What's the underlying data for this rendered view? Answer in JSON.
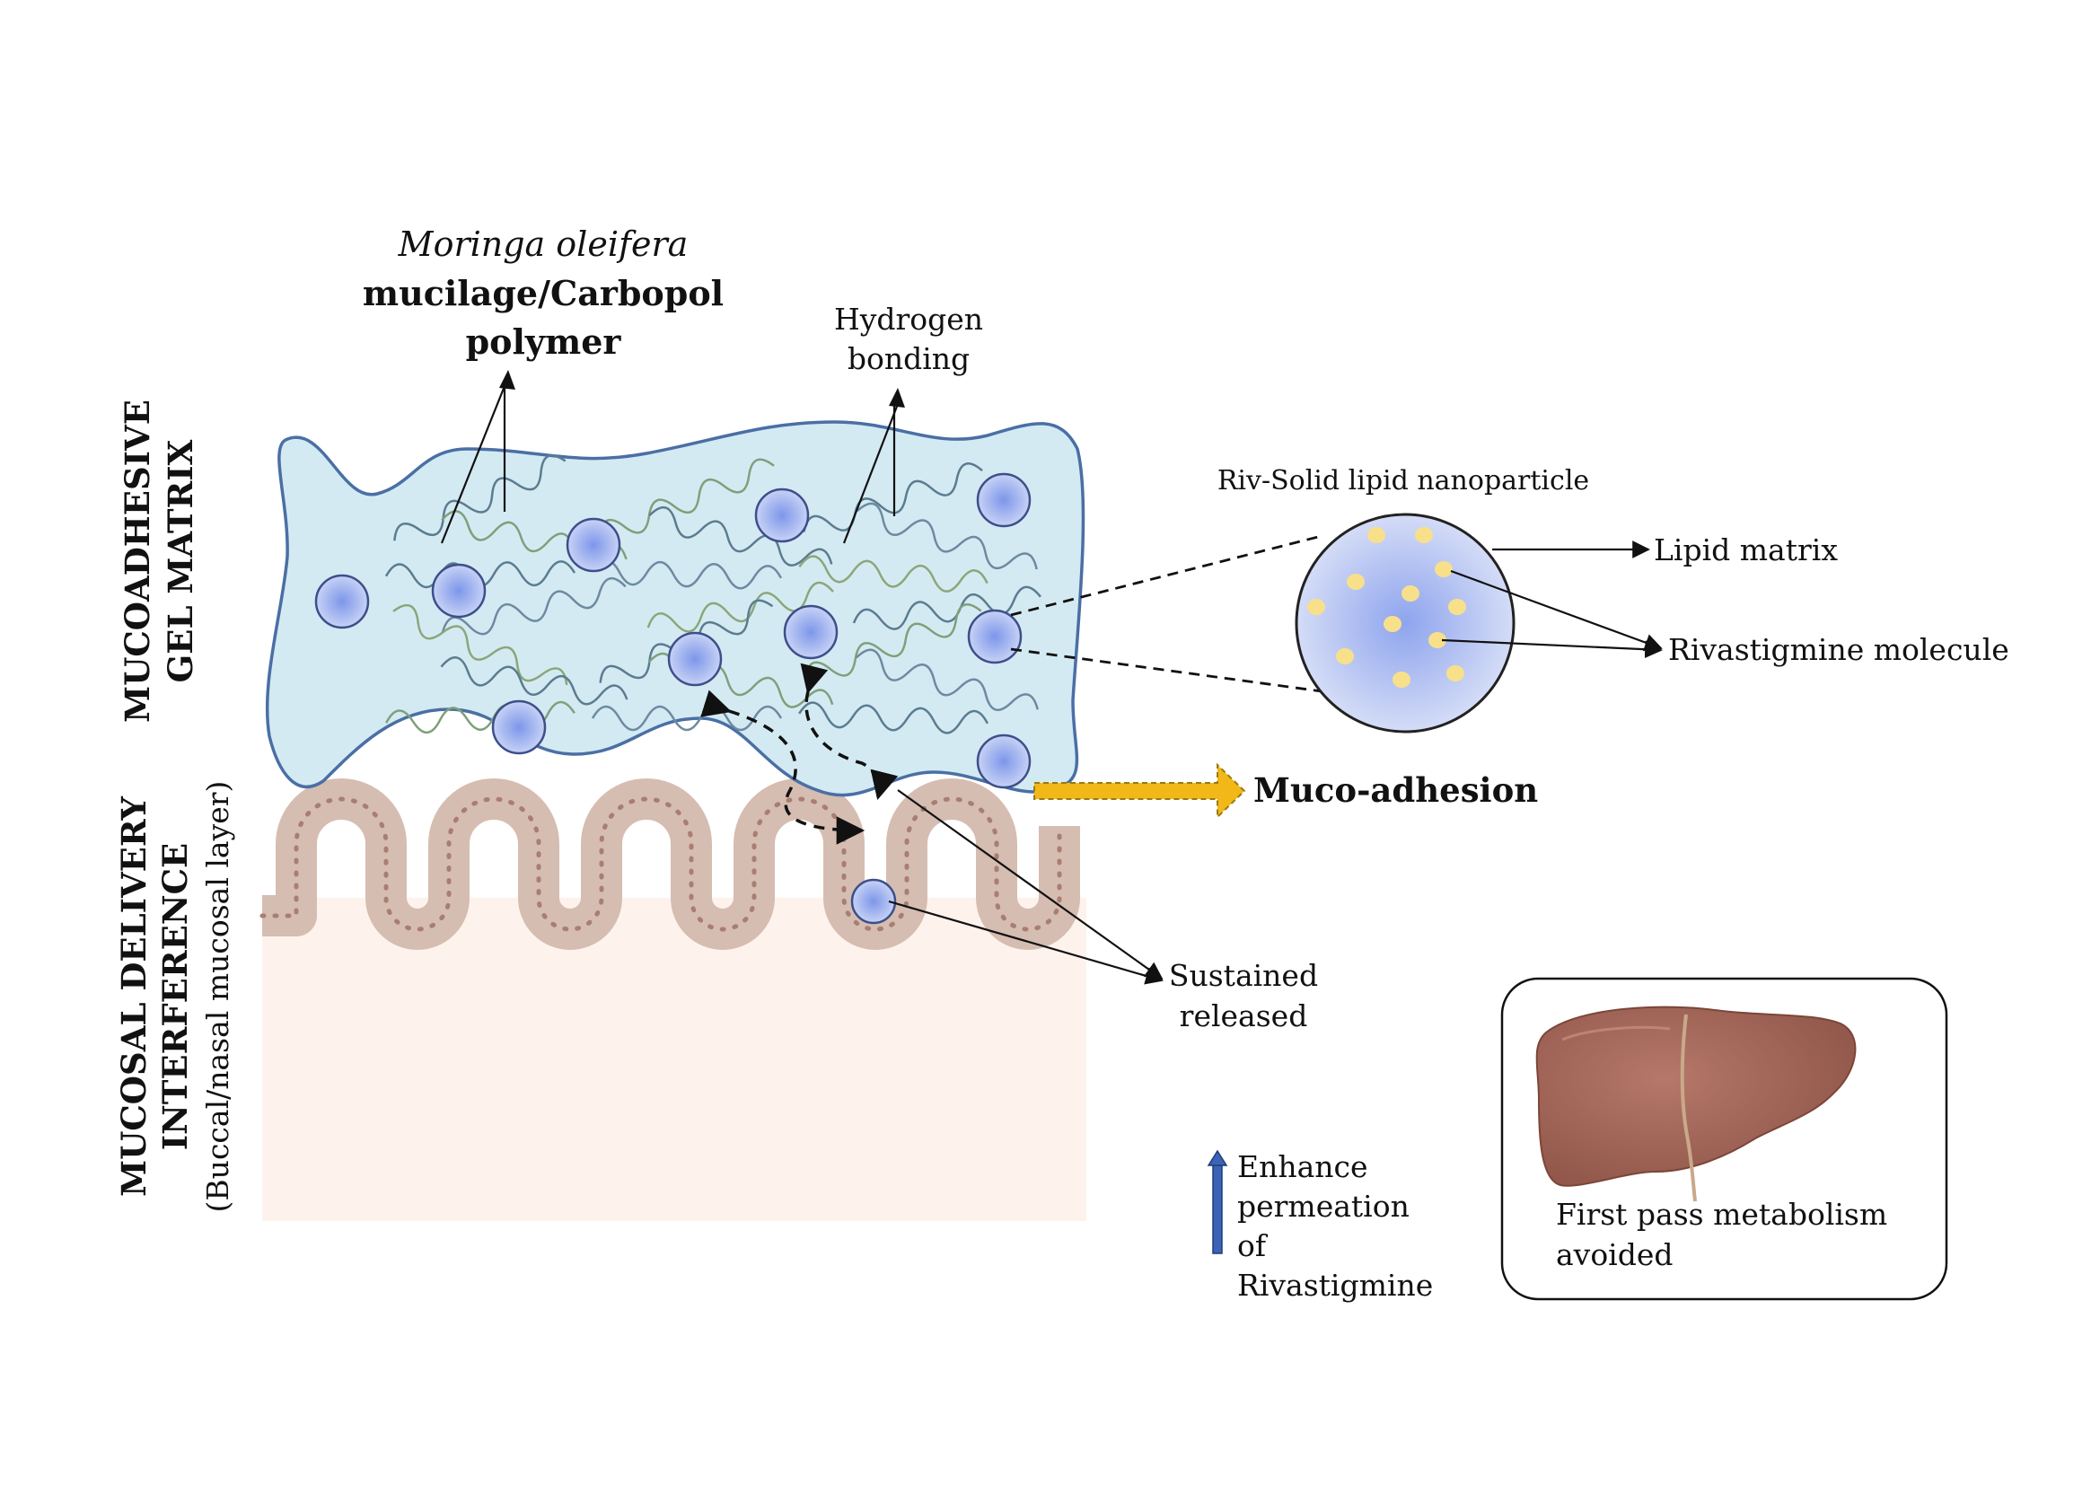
{
  "polymer_label": {
    "line1": "Moringa oleifera",
    "line2": "mucilage/Carbopol",
    "line3": "polymer"
  },
  "hydrogen_label": {
    "line1": "Hydrogen",
    "line2": "bonding"
  },
  "gel_side_label": {
    "line1": "MUCOADHESIVE",
    "line2": "GEL MATRIX"
  },
  "mucosa_side_label": {
    "line1": "MUCOSAL DELIVERY",
    "line2": "INTERFERENCE",
    "line3": "(Buccal/nasal mucosal layer)"
  },
  "sln_title": "Riv-Solid lipid nanoparticle",
  "lipid_matrix": "Lipid matrix",
  "rivastigmine_molecule": "Rivastigmine molecule",
  "muco_adhesion": "Muco-adhesion",
  "sustained": {
    "line1": "Sustained",
    "line2": "released"
  },
  "permeation": {
    "line1": "Enhance",
    "line2": "permeation",
    "line3": "of",
    "line4": "Rivastigmine"
  },
  "first_pass": {
    "line1": "First pass metabolism",
    "line2": "avoided"
  },
  "colors": {
    "gel_fill": "#d4eaf3",
    "gel_stroke": "#4a6fa5",
    "particle": "#8fa6ee",
    "mucosa_fill": "#d9c2b7",
    "tissue_fill": "#fdf3ec",
    "arrow_yellow": "#f1b818",
    "liver": "#a86858"
  }
}
